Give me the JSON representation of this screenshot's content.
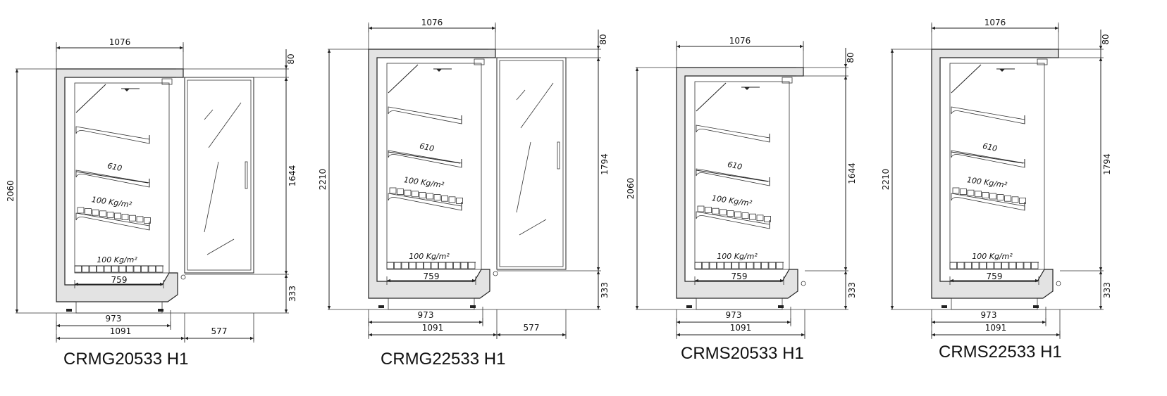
{
  "units": {
    "d_1076": "1076",
    "d_1091": "1091",
    "d_973": "973",
    "d_759": "759",
    "d_610": "610",
    "d_333": "333",
    "d_80": "80",
    "d_577": "577",
    "load_label": "100 Kg/m²"
  },
  "models": [
    {
      "name": "CRMG20533 H1",
      "height": "2060",
      "inner": "1644",
      "door": true
    },
    {
      "name": "CRMG22533 H1",
      "height": "2210",
      "inner": "1794",
      "door": true
    },
    {
      "name": "CRMS20533 H1",
      "height": "2060",
      "inner": "1644",
      "door": false
    },
    {
      "name": "CRMS22533 H1",
      "height": "2210",
      "inner": "1794",
      "door": false
    }
  ]
}
